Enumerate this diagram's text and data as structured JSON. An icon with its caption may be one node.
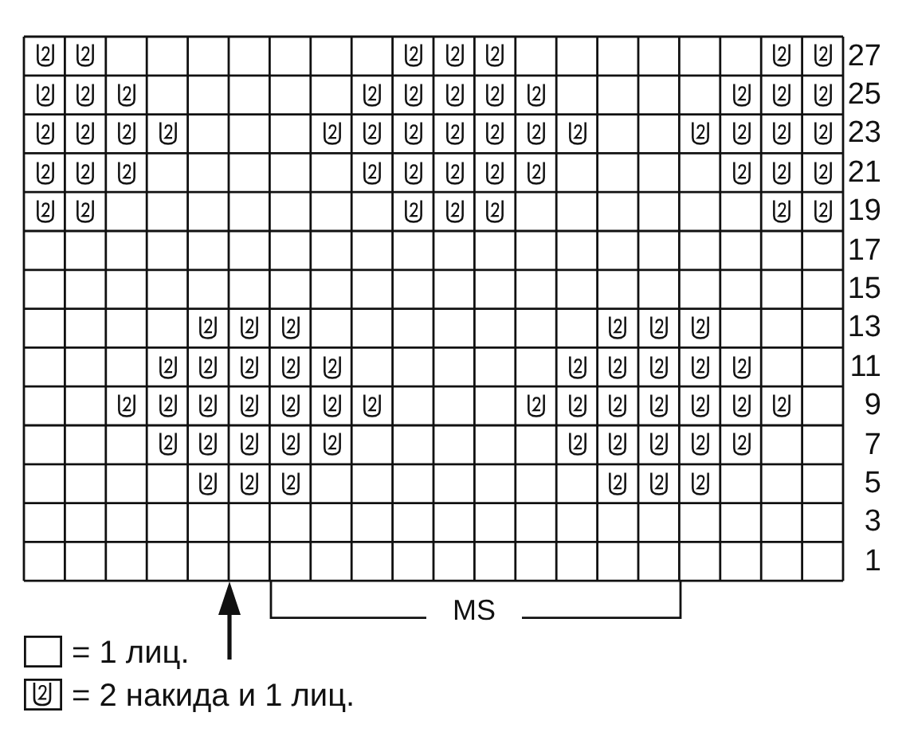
{
  "diagram": {
    "labels": [
      "27",
      "25",
      "23",
      "21",
      "19",
      "17",
      "15",
      "13",
      "11",
      "9",
      "7",
      "5",
      "3",
      "1",
      "MS"
    ],
    "legend": [
      {
        "text": "= 1 лиц."
      },
      {
        "text": "= 2 накида и 1 лиц."
      }
    ]
  }
}
